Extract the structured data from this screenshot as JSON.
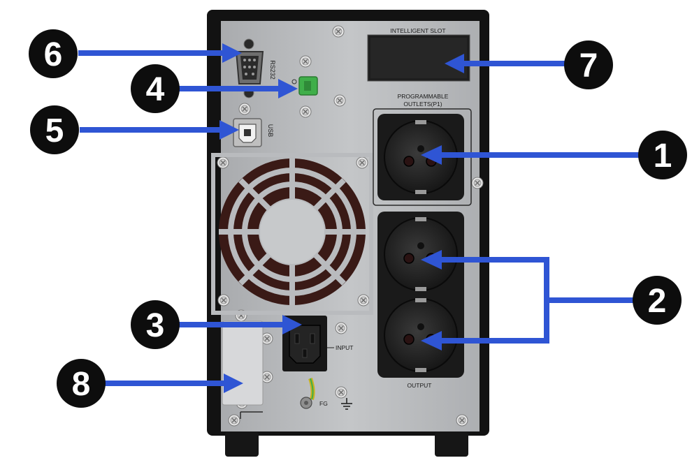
{
  "labels": {
    "intelligent_slot": "INTELLIGENT SLOT",
    "programmable_line1": "PROGRAMMABLE",
    "programmable_line2": "OUTLETS(P1)",
    "rs232": "RS232",
    "usb": "USB",
    "input": "INPUT",
    "output": "OUTPUT",
    "fg": "FG"
  },
  "callouts": [
    {
      "number": "1",
      "target": "programmable outlet"
    },
    {
      "number": "2",
      "target": "output outlets"
    },
    {
      "number": "3",
      "target": "power input socket"
    },
    {
      "number": "4",
      "target": "green connector"
    },
    {
      "number": "5",
      "target": "usb port"
    },
    {
      "number": "6",
      "target": "rs232 port"
    },
    {
      "number": "7",
      "target": "intelligent slot"
    },
    {
      "number": "8",
      "target": "cover plate"
    }
  ],
  "colors": {
    "arrow": "#2f55d4",
    "panel": "#b9bbbe",
    "case": "#121212",
    "badge": "#0d0d0d",
    "connector": "#3fae49"
  }
}
